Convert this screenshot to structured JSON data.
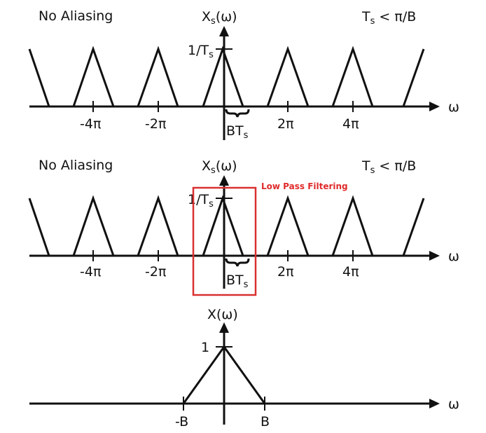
{
  "panel1": {
    "left_title": "No Aliasing",
    "y_label": "X",
    "y_label_sub": "s",
    "y_label_arg": "(ω)",
    "cond_prefix": "T",
    "cond_sub": "s",
    "cond_rest": " < π/B",
    "peak_label": "1/T",
    "peak_sub": "s",
    "x_axis_label": "ω",
    "ticks": [
      "-4π",
      "-2π",
      "2π",
      "4π"
    ],
    "bt_label": "BT",
    "bt_sub": "s"
  },
  "panel2": {
    "left_title": "No Aliasing",
    "y_label": "X",
    "y_label_sub": "s",
    "y_label_arg": "(ω)",
    "cond_prefix": "T",
    "cond_sub": "s",
    "cond_rest": " < π/B",
    "peak_label": "1/T",
    "peak_sub": "s",
    "x_axis_label": "ω",
    "ticks": [
      "-4π",
      "-2π",
      "2π",
      "4π"
    ],
    "bt_label": "BT",
    "bt_sub": "s",
    "highlight_label": "Low Pass Filtering"
  },
  "panel3": {
    "y_label": "X(ω)",
    "peak_label": "1",
    "x_axis_label": "ω",
    "neg_b": "-B",
    "pos_b": "B"
  },
  "colors": {
    "ink": "#111111",
    "highlight": "#d93030"
  }
}
